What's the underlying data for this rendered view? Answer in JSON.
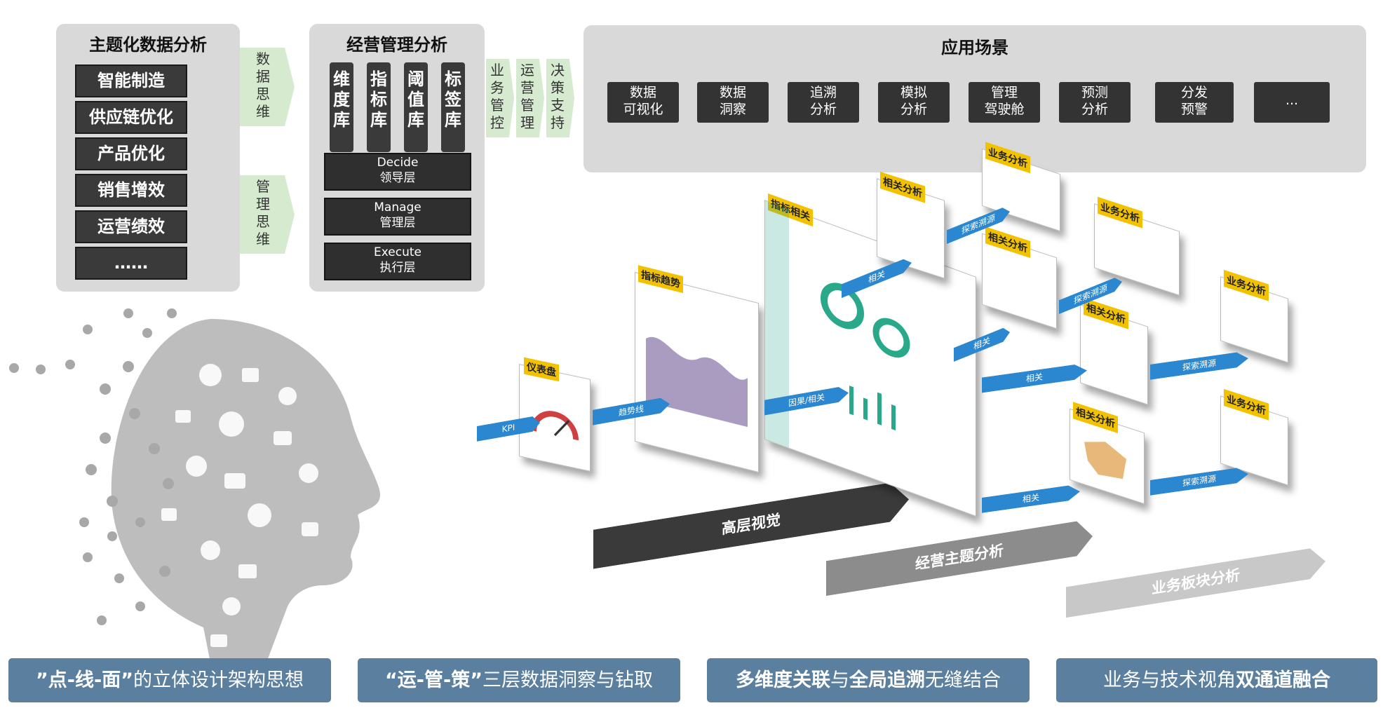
{
  "theme_panel": {
    "title": "主题化数据分析",
    "items": [
      "智能制造",
      "供应链优化",
      "产品优化",
      "销售增效",
      "运营绩效",
      "……"
    ]
  },
  "arrow_left_top": "数\n据\n思\n维",
  "arrow_left_bottom": "管\n理\n思\n维",
  "mgmt_panel": {
    "title": "经营管理分析",
    "libraries": [
      "维\n度\n库",
      "指\n标\n库",
      "阈\n值\n库",
      "标\n签\n库"
    ],
    "layers": [
      "Decide\n领导层",
      "Manage\n管理层",
      "Execute\n执行层"
    ]
  },
  "arrows_mid": [
    "业\n务\n管\n控",
    "运\n营\n管\n理",
    "决\n策\n支\n持"
  ],
  "scenes_panel": {
    "title": "应用场景",
    "items": [
      "数据\n可视化",
      "数据\n洞察",
      "追溯\n分析",
      "模拟\n分析",
      "管理\n驾驶舱",
      "预测\n分析",
      "分发\n预警",
      "..."
    ]
  },
  "flow": {
    "cards": [
      "仪表盘",
      "指标趋势",
      "指标相关",
      "相关分析",
      "业务分析",
      "相关分析",
      "业务分析",
      "相关分析",
      "业务分析",
      "相关分析",
      "业务分析"
    ],
    "arrows": [
      "KPI",
      "趋势线",
      "因果/相关",
      "相关",
      "探索溯源",
      "相关",
      "探索溯源",
      "相关",
      "探索溯源",
      "相关",
      "探索溯源"
    ],
    "roads": [
      "高层视觉",
      "经营主题分析",
      "业务板块分析"
    ]
  },
  "banners": [
    {
      "bold": "”点-线-面”",
      "rest": "的立体设计架构思想"
    },
    {
      "bold": "“运-管-策”",
      "rest": "三层数据洞察与钻取"
    },
    {
      "bold1": "多维度关联",
      "mid": "与",
      "bold2": "全局追溯",
      "rest": "无缝结合"
    },
    {
      "pre": "业务与技术视角",
      "bold": "双通道融合"
    }
  ],
  "colors": {
    "banner": "#5b7f9f",
    "arrow_blue": "#2b87cf",
    "tag": "#f2c200",
    "panel": "#d9d9d9"
  }
}
